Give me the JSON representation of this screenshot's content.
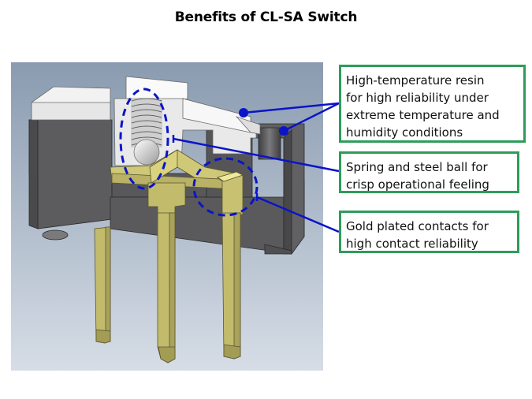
{
  "title": "Benefits of CL-SA Switch",
  "colors": {
    "callout_border": "#2e9c5a",
    "leader_line": "#0a14c8",
    "housing_dark": "#5a5a5c",
    "resin_white": "#eeeeee",
    "gold_contact": "#c9c26a",
    "background_gradient_top": "#8a9bb0",
    "background_gradient_bottom": "#d4dbe4"
  },
  "figure": {
    "description": "Cross-section rendering of CL-SA slide switch",
    "parts": [
      "high-temperature resin housing",
      "spring",
      "steel ball",
      "gold plated contacts",
      "terminal pins"
    ]
  },
  "callouts": [
    {
      "id": "resin",
      "lines": [
        "High-temperature resin",
        "for high reliability under",
        "extreme temperature and",
        "humidity conditions"
      ]
    },
    {
      "id": "spring",
      "lines": [
        "Spring and steel ball for",
        "crisp operational feeling"
      ]
    },
    {
      "id": "contacts",
      "lines": [
        "Gold plated contacts for",
        "high contact reliability"
      ]
    }
  ]
}
